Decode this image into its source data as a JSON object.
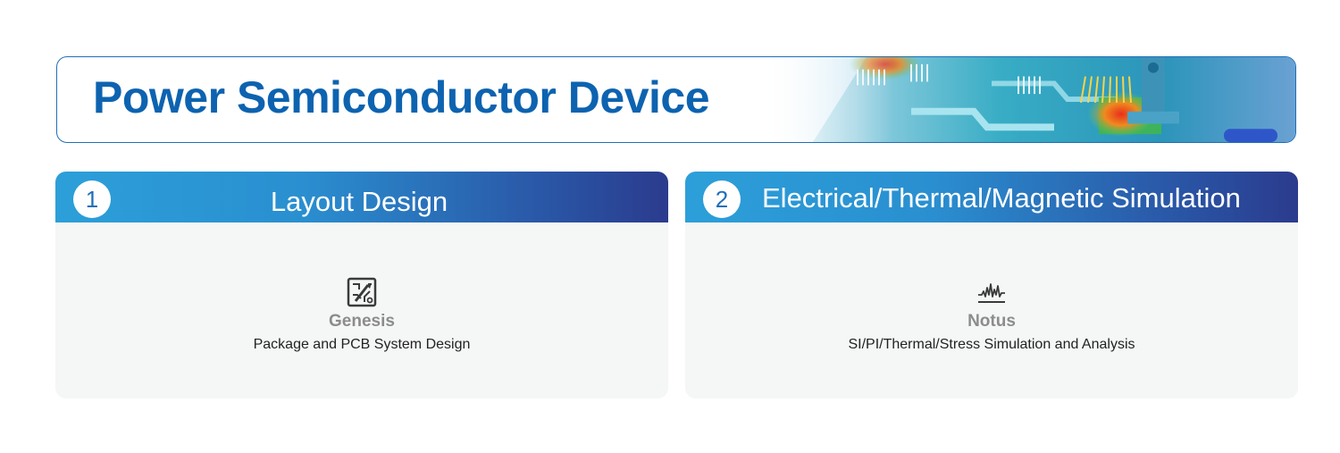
{
  "banner": {
    "title": "Power Semiconductor Device"
  },
  "cards": [
    {
      "number": "1",
      "title": "Layout Design",
      "product": {
        "icon": "pcb-design-icon",
        "name": "Genesis",
        "description": "Package and PCB System Design"
      }
    },
    {
      "number": "2",
      "title": "Electrical/Thermal/Magnetic Simulation",
      "product": {
        "icon": "waveform-icon",
        "name": "Notus",
        "description": "SI/PI/Thermal/Stress Simulation and Analysis"
      }
    }
  ],
  "colors": {
    "brand_blue": "#0d63b0",
    "header_gradient_start": "#2c9fd9",
    "header_gradient_end": "#2b3b8d",
    "card_background": "#f5f6f6"
  }
}
